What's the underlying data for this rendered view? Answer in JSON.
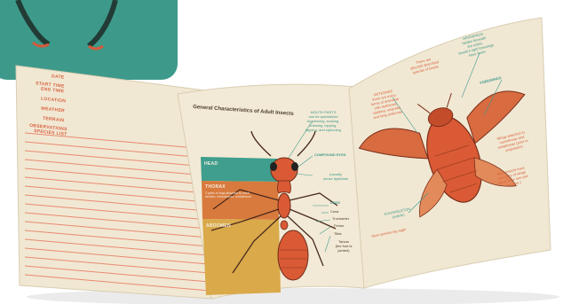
{
  "colors": {
    "cover_teal": "#3d9a8b",
    "page_cream": "#f1e8d3",
    "line_orange": "#e98a6f",
    "insect_red": "#d95a35",
    "band_head": "#3f9e8d",
    "band_thorax": "#d87a3d",
    "band_abdomen": "#d9a94a"
  },
  "left_page": {
    "fields": [
      "DATE",
      "START TIME",
      "END TIME",
      "LOCATION",
      "WEATHER",
      "TERRAIN",
      "OBSERVATIONS",
      "SPECIES LIST"
    ]
  },
  "middle_page": {
    "title": "General Characteristics of Adult Insects",
    "bands": {
      "head": "HEAD",
      "thorax": "THORAX",
      "thorax_desc": "3 pairs of legs attached to each section; mesothorax, metathorax",
      "abdomen": "ABDOMEN"
    },
    "callouts": {
      "mouth_parts": "MOUTH PARTS\ncan be specialized\nfor piercing, sucking,\nchewing, lapping,\nlapping, and siphoning",
      "compound_eyes": "COMPOUND EYES",
      "compound_eyes_desc": "(usually\nsense light/dark",
      "legs": "LEGS",
      "coxa": "Coxa",
      "trochanter": "Trochanter",
      "femur": "Femur",
      "tibia": "Tibia",
      "tarsus": "Tarsus\n(the foot is\njointed)"
    }
  },
  "right_page": {
    "callouts": {
      "antennae": "ANTENNAE\nthere are many\nforms of antennae\nwith feathered,\nclubbed, whip-like\nand long antennae",
      "hindwings": "HINDWINGS\nhidden beneath\nthe elytra,\nbeetle's right forewings\nhave fewer",
      "forewings": "FOREWINGS",
      "wings_desc": "Wings attached to\nmesothorax and\nmetathorax (prior to\npropulsion)",
      "wing_pairs": "Most insects have\ntwo pairs of wings\n(Most have one pair\nor none.)",
      "exoskeleton": "EXOSKELETON\n(cuticle)",
      "species": "Most species lay eggs",
      "beetle_note": "There are\n350,000 described\nspecies of beetle"
    }
  }
}
